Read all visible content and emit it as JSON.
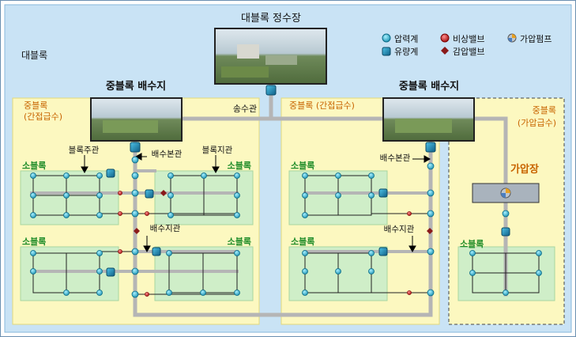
{
  "title": "대블록 정수장",
  "large_block": "대블록",
  "mid_reservoir_left": "중블록 배수지",
  "mid_reservoir_right": "중블록 배수지",
  "mid_block_left": {
    "line1": "중블록",
    "line2": "(간접급수)"
  },
  "mid_block_center": "중블록 (간접급수)",
  "mid_block_right": {
    "line1": "중블록",
    "line2": "(가압급수)"
  },
  "booster_station": "가압장",
  "small_block": "소블록",
  "labels": {
    "transmission_main": "송수관",
    "block_main": "블록주관",
    "block_branch": "블록지관",
    "distribution_main": "배수본관",
    "distribution_branch": "배수지관"
  },
  "legend": [
    {
      "label": "압력계",
      "icon": "pressure-gauge-icon"
    },
    {
      "label": "유량계",
      "icon": "flow-meter-icon"
    },
    {
      "label": "비상밸브",
      "icon": "emergency-valve-icon"
    },
    {
      "label": "감압밸브",
      "icon": "pressure-reducing-valve-icon"
    },
    {
      "label": "가압펌프",
      "icon": "booster-pump-icon"
    }
  ],
  "colors": {
    "outer_bg": "#c9e3f5",
    "mid_block_bg": "#fcf8c0",
    "small_block_bg": "#cfeec8",
    "pipe": "#b5b5b5",
    "pressure_gauge": "#1bb7d0",
    "flow_meter": "#1a88b0",
    "emergency_valve": "#b81818",
    "reducing_valve": "#8a1a1a",
    "label_orange": "#c86400",
    "label_green": "#1e8c28"
  }
}
